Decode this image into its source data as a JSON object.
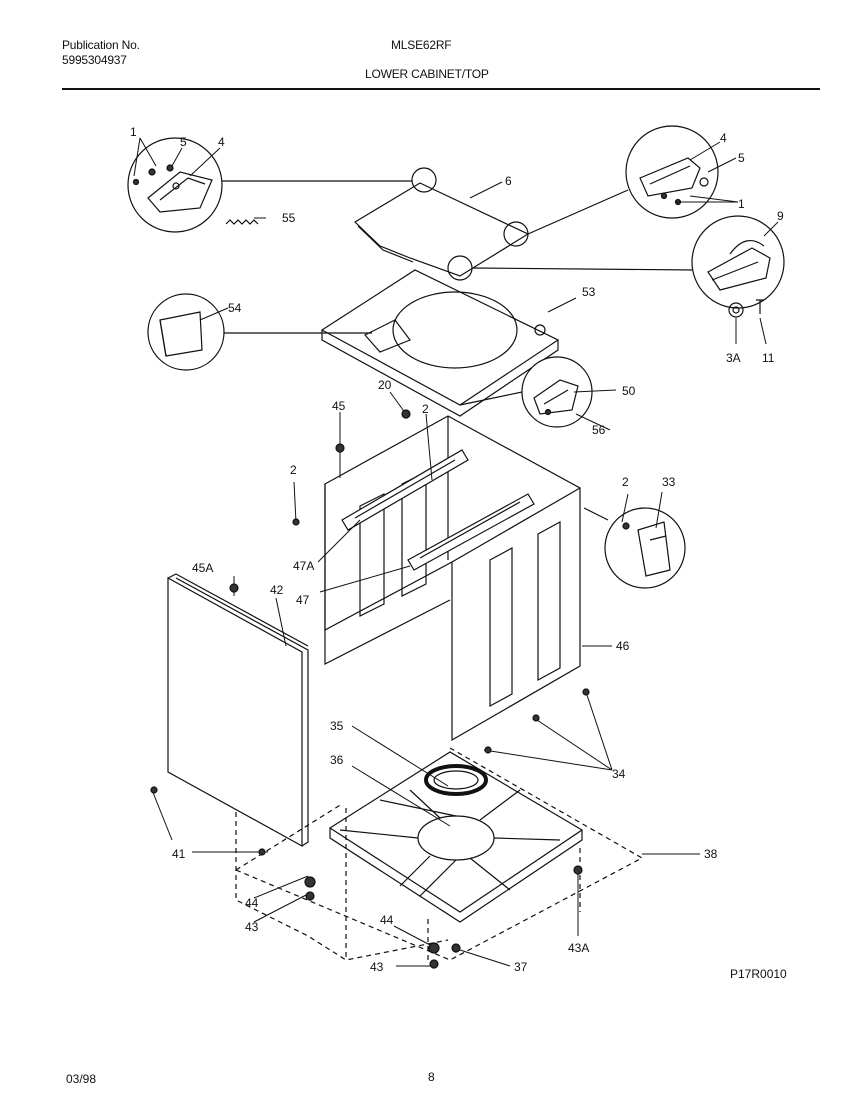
{
  "header": {
    "publication_label": "Publication No.",
    "publication_number": "5995304937",
    "model": "MLSE62RF",
    "section_title": "LOWER CABINET/TOP"
  },
  "footer": {
    "date": "03/98",
    "page_number": "8",
    "drawing_code": "P17R0010"
  },
  "callouts": {
    "c1a": "1",
    "c5a": "5",
    "c4a": "4",
    "c55": "55",
    "c6": "6",
    "c4b": "4",
    "c5b": "5",
    "c1b": "1",
    "c9": "9",
    "c3a": "3A",
    "c11": "11",
    "c54": "54",
    "c53": "53",
    "c20": "20",
    "c50": "50",
    "c56": "56",
    "c45": "45",
    "c2a": "2",
    "c2b": "2",
    "c2c": "2",
    "c33": "33",
    "c47a": "47A",
    "c47": "47",
    "c45a": "45A",
    "c42": "42",
    "c46": "46",
    "c35": "35",
    "c36": "36",
    "c34": "34",
    "c38": "38",
    "c41": "41",
    "c44a": "44",
    "c43a": "43",
    "c44b": "44",
    "c43b": "43",
    "c37": "37",
    "c43aa": "43A"
  }
}
